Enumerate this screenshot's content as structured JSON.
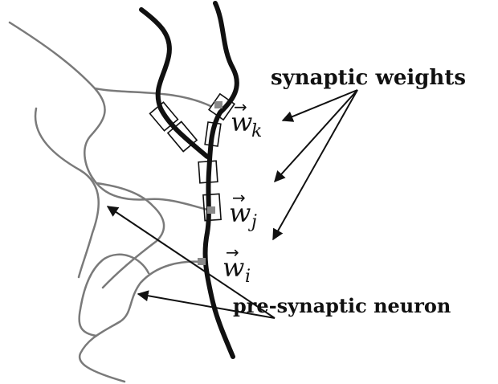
{
  "labels": {
    "synaptic_weights": "synaptic weights",
    "pre_synaptic_neuron": "pre-synaptic neuron"
  },
  "weights": [
    {
      "symbol": "w",
      "subscript": "k"
    },
    {
      "symbol": "w",
      "subscript": "j"
    },
    {
      "symbol": "w",
      "subscript": "i"
    }
  ],
  "colors": {
    "post_neuron": "#111111",
    "pre_neuron": "#7a7a7a",
    "synapse_dot": "#8a8a8a",
    "arrow": "#111111"
  }
}
